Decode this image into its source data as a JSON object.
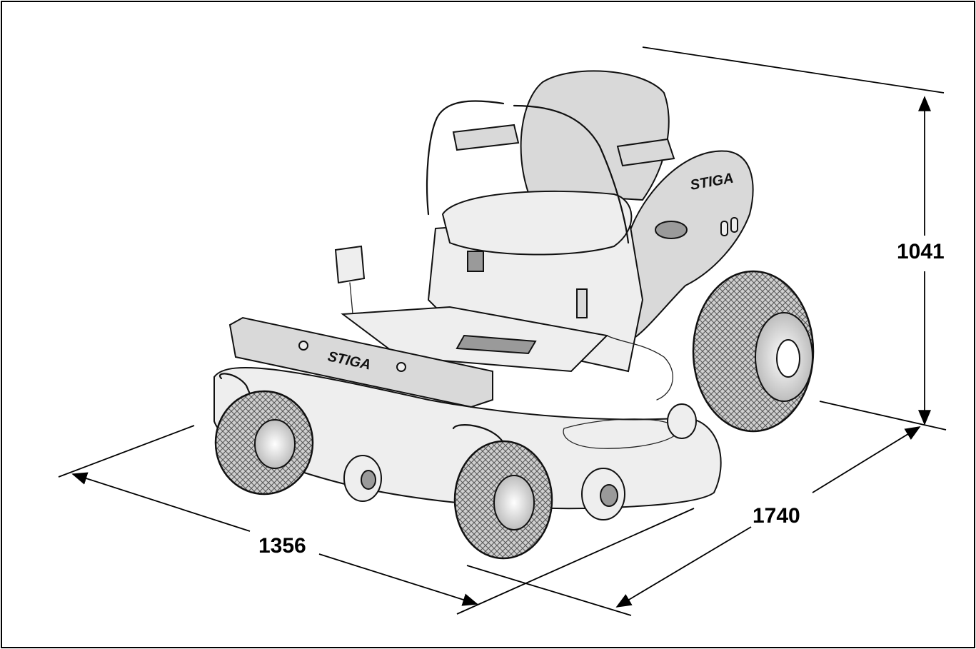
{
  "dimensions": {
    "height": "1041",
    "width": "1356",
    "length": "1740"
  },
  "brand": {
    "front_logo": "STIGA",
    "side_logo": "STIGA"
  }
}
